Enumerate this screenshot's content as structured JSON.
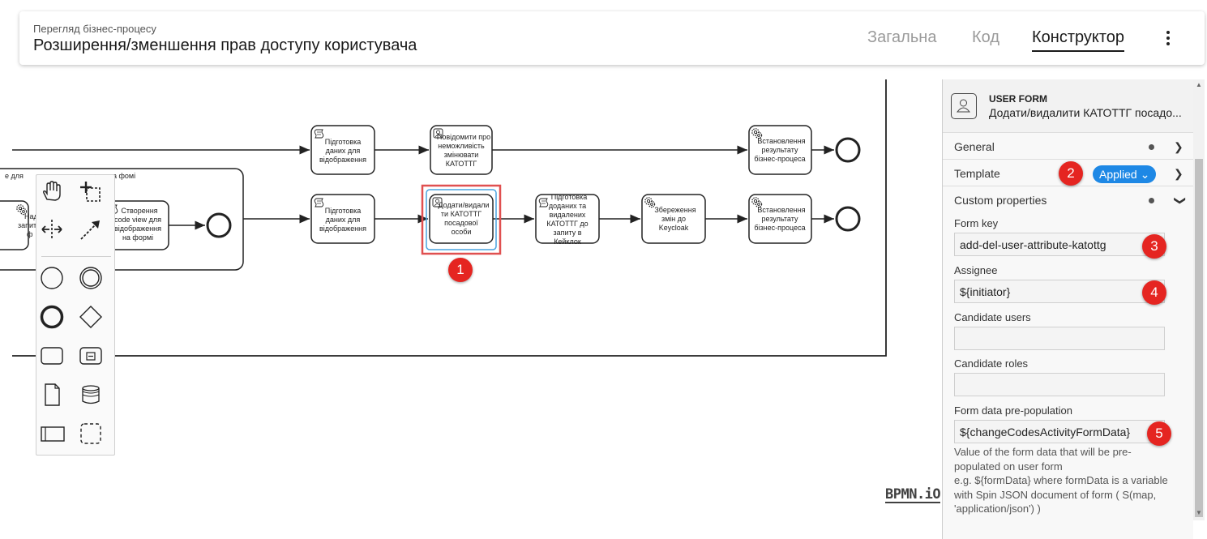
{
  "header": {
    "subtitle": "Перегляд бізнес-процесу",
    "title": "Розширення/зменшення прав доступу користувача",
    "tabs": [
      {
        "label": "Загальна",
        "active": false
      },
      {
        "label": "Код",
        "active": false
      },
      {
        "label": "Конструктор",
        "active": true
      }
    ],
    "menu_icon": "kebab-menu-icon"
  },
  "diagram": {
    "tasks": [
      {
        "type": "script",
        "label": "Підготовка даних для відображення"
      },
      {
        "type": "user",
        "label": "Повідомити про неможливість змінювати КАТОТТГ"
      },
      {
        "type": "service",
        "label": "Встановлення результату бізнес-процеса"
      },
      {
        "type": "script",
        "label": "Підготовка даних для відображення"
      },
      {
        "type": "user",
        "label": "Додати/видалити КАТОТТГ посадової особи",
        "selected": true
      },
      {
        "type": "script",
        "label": "Підготовка доданих та видалених КАТОТТГ до запиту в Кейклок"
      },
      {
        "type": "service",
        "label": "Збереження змін до Keycloak"
      },
      {
        "type": "service",
        "label": "Встановлення результату бізнес-процеса"
      },
      {
        "type": "script",
        "label": "Створення code view для відображення на формі"
      }
    ],
    "partial_labels": [
      "е для",
      "а фомі",
      "Над",
      "запит",
      "ф"
    ],
    "logo": "BPMN.iO"
  },
  "palette": {
    "tools": [
      "hand-tool-icon",
      "lasso-tool-icon",
      "space-tool-icon",
      "global-connect-icon",
      "start-event-icon",
      "intermediate-event-icon",
      "end-event-icon",
      "gateway-icon",
      "task-icon",
      "subprocess-icon",
      "data-object-icon",
      "data-store-icon",
      "pool-icon",
      "group-icon"
    ]
  },
  "properties": {
    "element_type": "USER FORM",
    "element_name": "Додати/видалити КАТОТТГ посадо...",
    "groups": {
      "general": "General",
      "template": "Template",
      "template_status": "Applied",
      "custom": "Custom properties"
    },
    "fields": {
      "form_key_label": "Form key",
      "form_key_value": "add-del-user-attribute-katottg",
      "assignee_label": "Assignee",
      "assignee_value": "${initiator}",
      "candidate_users_label": "Candidate users",
      "candidate_users_value": "",
      "candidate_roles_label": "Candidate roles",
      "candidate_roles_value": "",
      "prepopulation_label": "Form data pre-population",
      "prepopulation_value": "${changeCodesActivityFormData}"
    },
    "hint": [
      "Value of the form data that will be pre-populated on user form",
      "e.g. ${formData} where formData is a variable with Spin JSON document of form ( S(map, 'application/json') )"
    ]
  },
  "badges": [
    "1",
    "2",
    "3",
    "4",
    "5"
  ],
  "colors": {
    "badge": "#e52521",
    "applied": "#1e88e5",
    "selection": "#4aa3df",
    "highlight": "#e05050"
  }
}
